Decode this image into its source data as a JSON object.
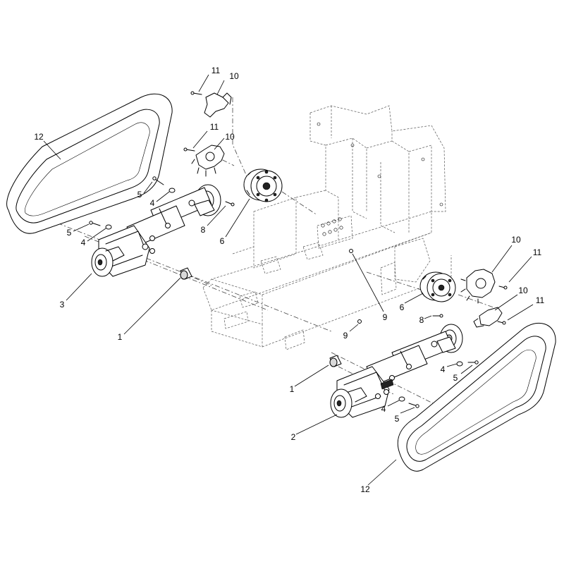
{
  "diagram": {
    "callouts": [
      {
        "id": "c11a",
        "text": "11"
      },
      {
        "id": "c10a",
        "text": "10"
      },
      {
        "id": "c11b",
        "text": "11"
      },
      {
        "id": "c10b",
        "text": "10"
      },
      {
        "id": "c12a",
        "text": "12"
      },
      {
        "id": "c5a",
        "text": "5"
      },
      {
        "id": "c4a",
        "text": "4"
      },
      {
        "id": "c5b",
        "text": "5"
      },
      {
        "id": "c4b",
        "text": "4"
      },
      {
        "id": "c8a",
        "text": "8"
      },
      {
        "id": "c6a",
        "text": "6"
      },
      {
        "id": "c3",
        "text": "3"
      },
      {
        "id": "c1a",
        "text": "1"
      },
      {
        "id": "c9a",
        "text": "9"
      },
      {
        "id": "c10c",
        "text": "10"
      },
      {
        "id": "c11c",
        "text": "11"
      },
      {
        "id": "c10d",
        "text": "10"
      },
      {
        "id": "c11d",
        "text": "11"
      },
      {
        "id": "c6b",
        "text": "6"
      },
      {
        "id": "c8b",
        "text": "8"
      },
      {
        "id": "c9b",
        "text": "9"
      },
      {
        "id": "c4c",
        "text": "4"
      },
      {
        "id": "c5c",
        "text": "5"
      },
      {
        "id": "c1b",
        "text": "1"
      },
      {
        "id": "c4d",
        "text": "4"
      },
      {
        "id": "c5d",
        "text": "5"
      },
      {
        "id": "c2",
        "text": "2"
      },
      {
        "id": "c12b",
        "text": "12"
      }
    ]
  }
}
